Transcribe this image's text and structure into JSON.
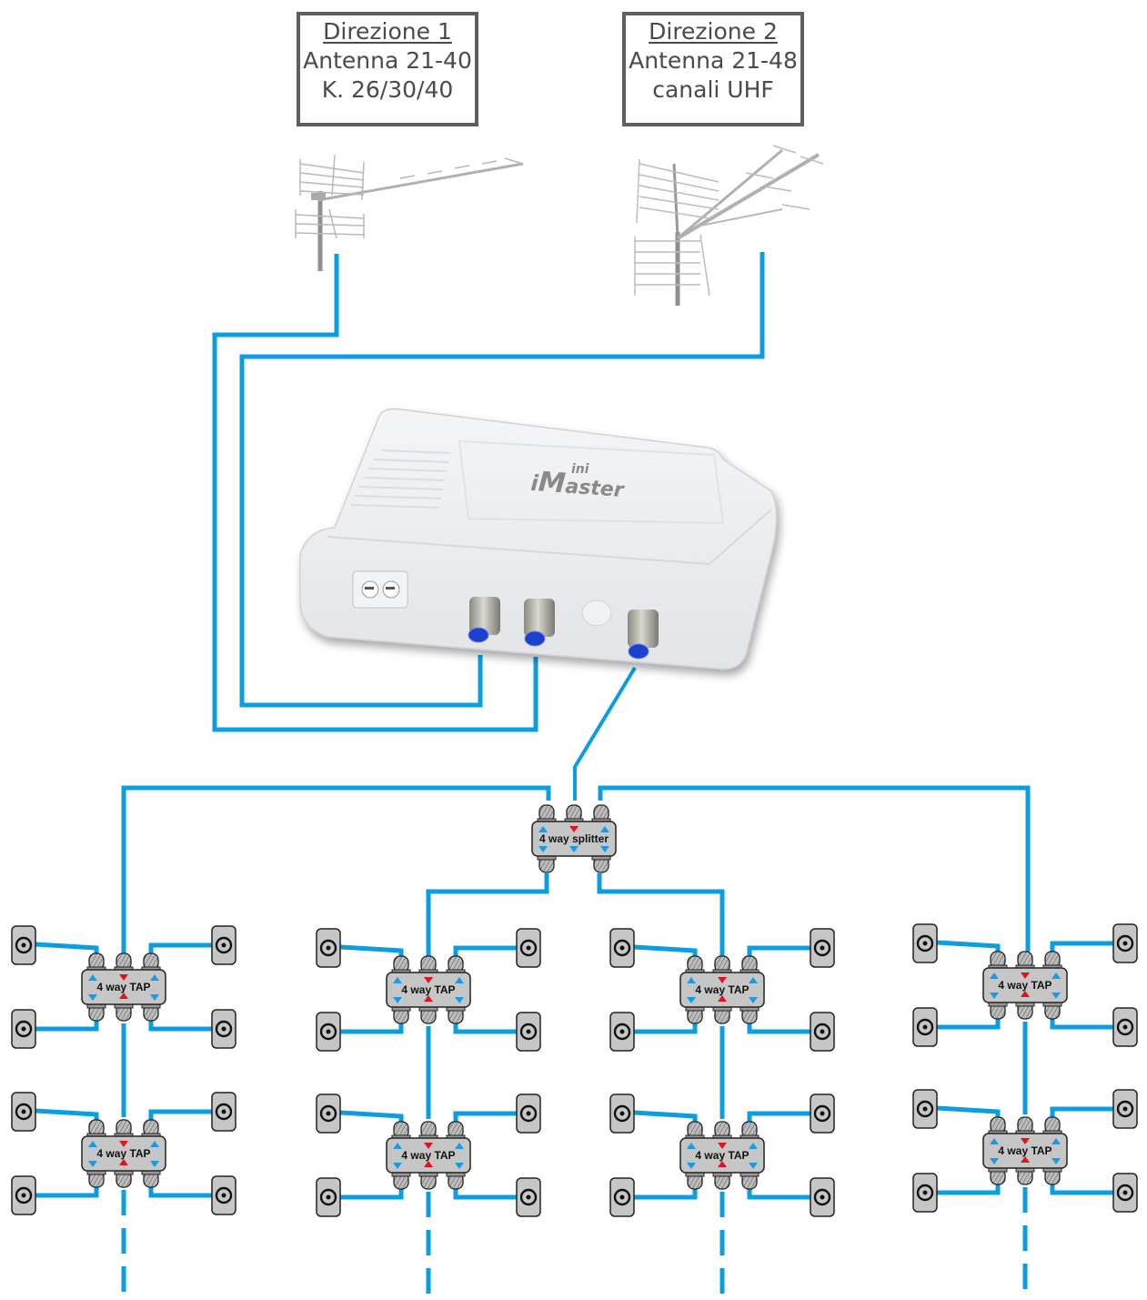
{
  "colors": {
    "cable": "#0a9ee0",
    "box_border": "#5f5f5f",
    "device_fill": "#c6c6c6",
    "arrow_blue": "#1a9be0",
    "arrow_red": "#e0141e",
    "connector_blue": "#1e3fd0"
  },
  "antennas": [
    {
      "id": "direction-1",
      "title": "Direzione 1",
      "line1": "Antenna 21-40",
      "line2": "K. 26/30/40",
      "icon": "yagi-antenna-icon"
    },
    {
      "id": "direction-2",
      "title": "Direzione 2",
      "line1": "Antenna 21-48",
      "line2": "canali UHF",
      "icon": "multi-yagi-antenna-icon"
    }
  ],
  "amplifier": {
    "brand_prefix": "i",
    "brand_line1": "ini",
    "brand_line2": "aster",
    "brand_letter": "M",
    "inputs": [
      "input-1",
      "input-2"
    ],
    "output": "output"
  },
  "splitter": {
    "label": "4 way splitter"
  },
  "tap_label": "4 way TAP",
  "columns": [
    {
      "id": "column-1",
      "taps": 2,
      "outlets_per_tap": 4,
      "continues": true
    },
    {
      "id": "column-2",
      "taps": 2,
      "outlets_per_tap": 4,
      "continues": true
    },
    {
      "id": "column-3",
      "taps": 2,
      "outlets_per_tap": 4,
      "continues": true
    },
    {
      "id": "column-4",
      "taps": 2,
      "outlets_per_tap": 4,
      "continues": true
    }
  ]
}
